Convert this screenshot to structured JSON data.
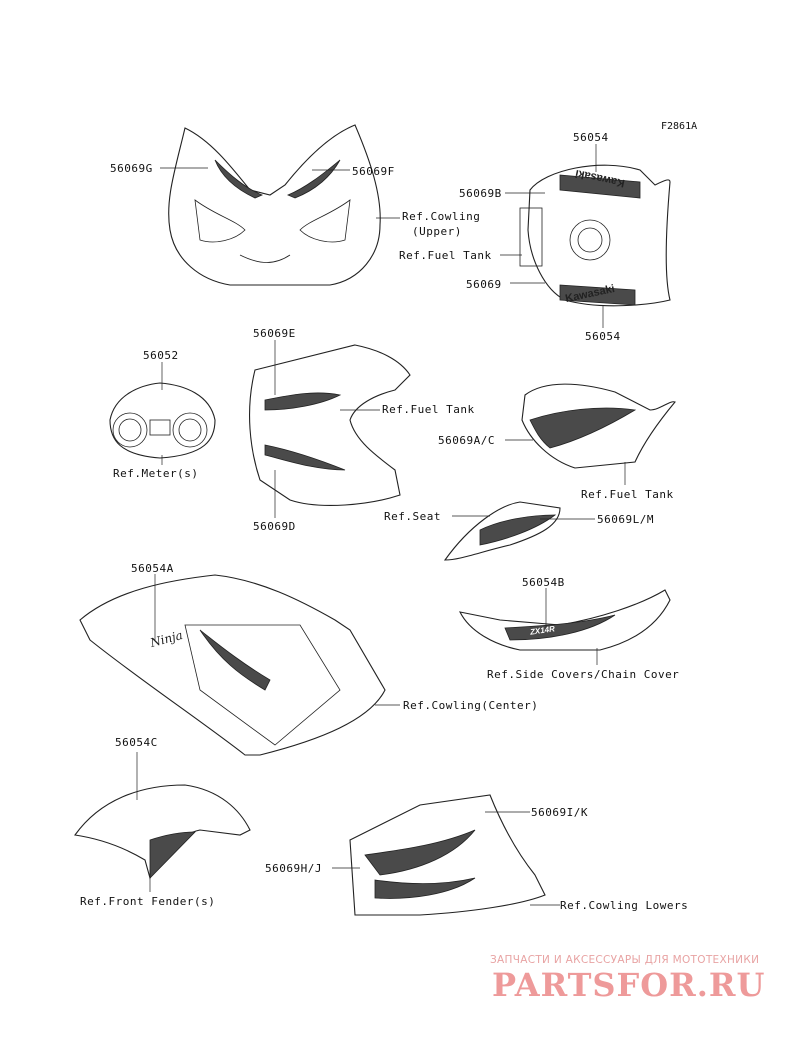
{
  "figure_code": "F2861A",
  "labels": {
    "l56069G": "56069G",
    "l56069F": "56069F",
    "cowl_upper_1": "Ref.Cowling",
    "cowl_upper_2": "(Upper)",
    "l56054_top": "56054",
    "l56069B": "56069B",
    "fuel_tank_1": "Ref.Fuel Tank",
    "l56069": "56069",
    "l56054_bot": "56054",
    "l56069E": "56069E",
    "l56052": "56052",
    "fuel_tank_2": "Ref.Fuel Tank",
    "l56069AC": "56069A/C",
    "meter": "Ref.Meter(s)",
    "l56069D": "56069D",
    "fuel_tank_3": "Ref.Fuel Tank",
    "seat": "Ref.Seat",
    "l56069LM": "56069L/M",
    "l56054A": "56054A",
    "l56054B": "56054B",
    "side_covers": "Ref.Side Covers/Chain Cover",
    "cowl_center": "Ref.Cowling(Center)",
    "l56054C": "56054C",
    "l56069IK": "56069I/K",
    "l56069HJ": "56069H/J",
    "front_fender": "Ref.Front Fender(s)",
    "cowl_lowers": "Ref.Cowling Lowers"
  },
  "decals": {
    "kawasaki": "Kawasaki",
    "ninja": "Ninja",
    "zx14r": "ZX14R"
  },
  "watermark": {
    "caption": "ЗАПЧАСТИ И АКСЕССУАРЫ ДЛЯ МОТОТЕХНИКИ",
    "logo": "PARTSFOR.RU"
  },
  "colors": {
    "line": "#222222",
    "watermark": "#ee9a9a"
  }
}
